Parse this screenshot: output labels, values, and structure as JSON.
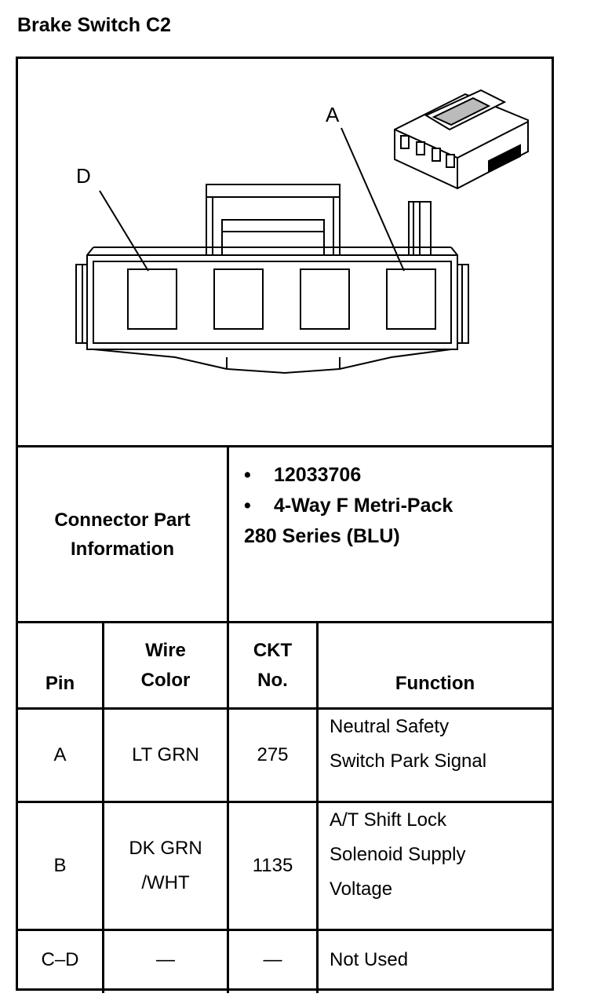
{
  "title": "Brake Switch C2",
  "diagram": {
    "labels": {
      "pin_a": "A",
      "pin_d": "D"
    }
  },
  "connector_info": {
    "heading_line1": "Connector Part",
    "heading_line2": "Information",
    "bullet_marker": "•",
    "part_number": "12033706",
    "description_line1": "4-Way F Metri-Pack",
    "description_line2": "280 Series (BLU)"
  },
  "table": {
    "headers": {
      "pin": "Pin",
      "wire_line1": "Wire",
      "wire_line2": "Color",
      "ckt_line1": "CKT",
      "ckt_line2": "No.",
      "function": "Function"
    },
    "rows": [
      {
        "pin": "A",
        "wire": [
          "LT GRN"
        ],
        "ckt": "275",
        "function": [
          "Neutral Safety",
          "Switch Park Signal"
        ]
      },
      {
        "pin": "B",
        "wire": [
          "DK GRN",
          "/WHT"
        ],
        "ckt": "1135",
        "function": [
          "A/T Shift Lock",
          "Solenoid Supply",
          "Voltage"
        ]
      },
      {
        "pin": "C–D",
        "wire": [
          "—"
        ],
        "ckt": "—",
        "function": [
          "Not Used"
        ]
      }
    ]
  }
}
